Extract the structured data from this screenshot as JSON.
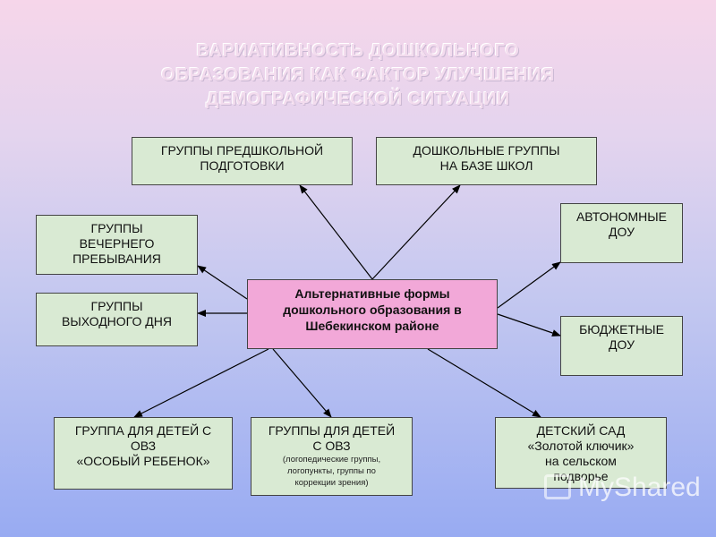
{
  "title": {
    "line1": "ВАРИАТИВНОСТЬ ДОШКОЛЬНОГО",
    "line2": "ОБРАЗОВАНИЯ КАК ФАКТОР УЛУЧШЕНИЯ",
    "line3": "ДЕМОГРАФИЧЕСКОЙ СИТУАЦИИ"
  },
  "center": {
    "line1": "Альтернативные формы",
    "line2": "дошкольного образования в",
    "line3": "Шебекинском районе"
  },
  "nodes": {
    "preschool_prep": {
      "line1": "ГРУППЫ ПРЕДШКОЛЬНОЙ",
      "line2": "ПОДГОТОВКИ"
    },
    "school_based": {
      "line1": "ДОШКОЛЬНЫЕ ГРУППЫ",
      "line2": "НА БАЗЕ ШКОЛ"
    },
    "evening": {
      "line1": "ГРУППЫ",
      "line2": "ВЕЧЕРНЕГО",
      "line3": "ПРЕБЫВАНИЯ"
    },
    "weekend": {
      "line1": "ГРУППЫ",
      "line2": "ВЫХОДНОГО ДНЯ"
    },
    "autonomous": {
      "line1": "АВТОНОМНЫЕ",
      "line2": "ДОУ"
    },
    "budget": {
      "line1": "БЮДЖЕТНЫЕ",
      "line2": "ДОУ"
    },
    "special_child": {
      "line1": "ГРУППА ДЛЯ ДЕТЕЙ С",
      "line2": "ОВЗ",
      "line3": "«ОСОБЫЙ РЕБЕНОК»"
    },
    "ovz_groups": {
      "line1": "ГРУППЫ ДЛЯ ДЕТЕЙ",
      "line2": "С ОВЗ",
      "note1": "(логопедические группы,",
      "note2": "логопункты, группы по",
      "note3": "коррекции зрения)"
    },
    "golden_key": {
      "line1": "ДЕТСКИЙ САД",
      "line2": "«Золотой ключик»",
      "line3": "на сельском",
      "line4": "подворье"
    }
  },
  "watermark": {
    "text": "MyShared"
  },
  "colors": {
    "box_fill": "#d9ead3",
    "center_fill": "#f2a8d8",
    "border": "#444444",
    "arrow": "#000000"
  }
}
